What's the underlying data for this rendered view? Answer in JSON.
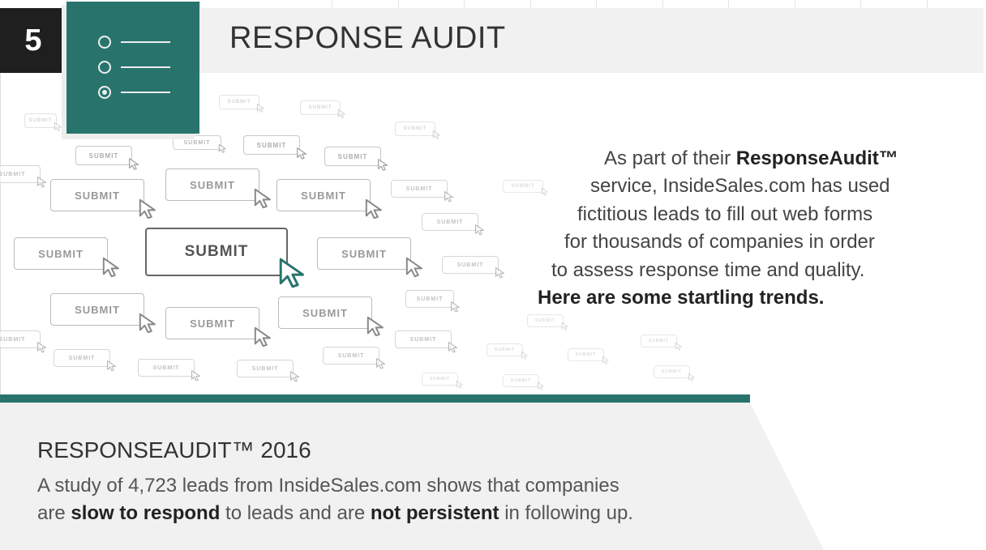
{
  "section": {
    "number": "5",
    "title": "RESPONSE AUDIT"
  },
  "form_icon": "form-radio-list-icon",
  "submit_label": "SUBMIT",
  "intro": {
    "line1_pre": "As part of their ",
    "line1_bold": "ResponseAudit™",
    "line2": "service, InsideSales.com has used",
    "line3": "fictitious leads to fill out web forms",
    "line4": "for thousands of companies in order",
    "line5": "to assess response time and quality.",
    "line6_bold": "Here are some startling trends."
  },
  "study": {
    "title": "RESPONSEAUDIT™ 2016",
    "line1": "A study of 4,723 leads from InsideSales.com shows that companies",
    "line2_a": "are ",
    "line2_b": "slow to respond",
    "line2_c": " to leads and are ",
    "line2_d": "not persistent",
    "line2_e": " in following up."
  },
  "colors": {
    "teal": "#28746d",
    "dark": "#1f1f1f",
    "gray": "#f1f1f1"
  }
}
